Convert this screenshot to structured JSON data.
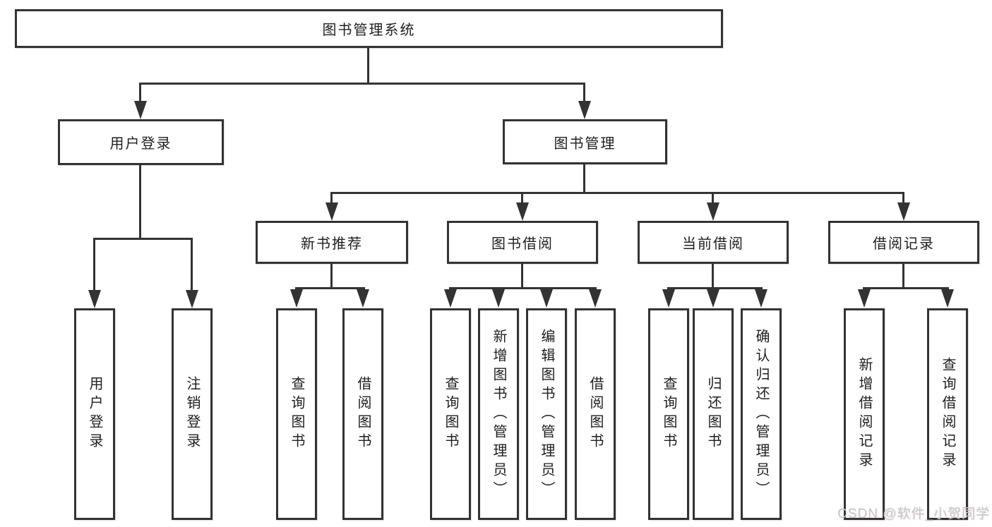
{
  "diagram": {
    "title": "图书管理系统",
    "root": {
      "label": "图书管理系统"
    },
    "level2": [
      {
        "label": "用户登录"
      },
      {
        "label": "图书管理"
      }
    ],
    "level3": [
      {
        "label": "新书推荐"
      },
      {
        "label": "图书借阅"
      },
      {
        "label": "当前借阅"
      },
      {
        "label": "借阅记录"
      }
    ],
    "leaves": [
      {
        "label": "用户登录",
        "parent": "用户登录"
      },
      {
        "label": "注销登录",
        "parent": "用户登录"
      },
      {
        "label": "查询图书",
        "parent": "新书推荐"
      },
      {
        "label": "借阅图书",
        "parent": "新书推荐"
      },
      {
        "label": "查询图书",
        "parent": "图书借阅"
      },
      {
        "label": "新增图书（管理员）",
        "parent": "图书借阅"
      },
      {
        "label": "编辑图书（管理员）",
        "parent": "图书借阅"
      },
      {
        "label": "借阅图书",
        "parent": "图书借阅"
      },
      {
        "label": "查询图书",
        "parent": "当前借阅"
      },
      {
        "label": "归还图书",
        "parent": "当前借阅"
      },
      {
        "label": "确认归还（管理员）",
        "parent": "当前借阅"
      },
      {
        "label": "新增借阅记录",
        "parent": "借阅记录"
      },
      {
        "label": "查询借阅记录",
        "parent": "借阅记录"
      }
    ],
    "watermark": "CSDN @软件_小贺同学",
    "colors": {
      "line": "#333333",
      "text": "#1e1e1e",
      "background": "#ffffff",
      "watermark": "#c9c9c9"
    }
  }
}
